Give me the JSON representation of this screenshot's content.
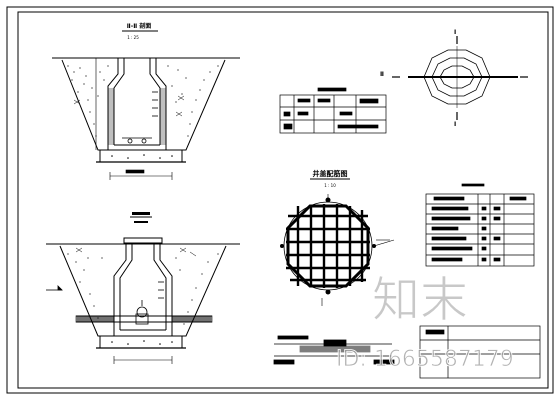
{
  "sections": {
    "section_2_title": "Ⅱ-Ⅱ 剖面",
    "section_2_scale": "1 : 25"
  },
  "cover_rebar_plan": {
    "title": "井盖配筋图",
    "scale": "1 : 10"
  },
  "plan_markers": {
    "left_mark": "Ⅱ",
    "top_mark": "Ⅰ",
    "bottom_mark": "Ⅰ"
  },
  "watermark": {
    "text": "知末",
    "id": "ID: 1665587179"
  },
  "colors": {
    "line": "#000000",
    "background": "#ffffff",
    "watermark": "#9a9a9a"
  }
}
